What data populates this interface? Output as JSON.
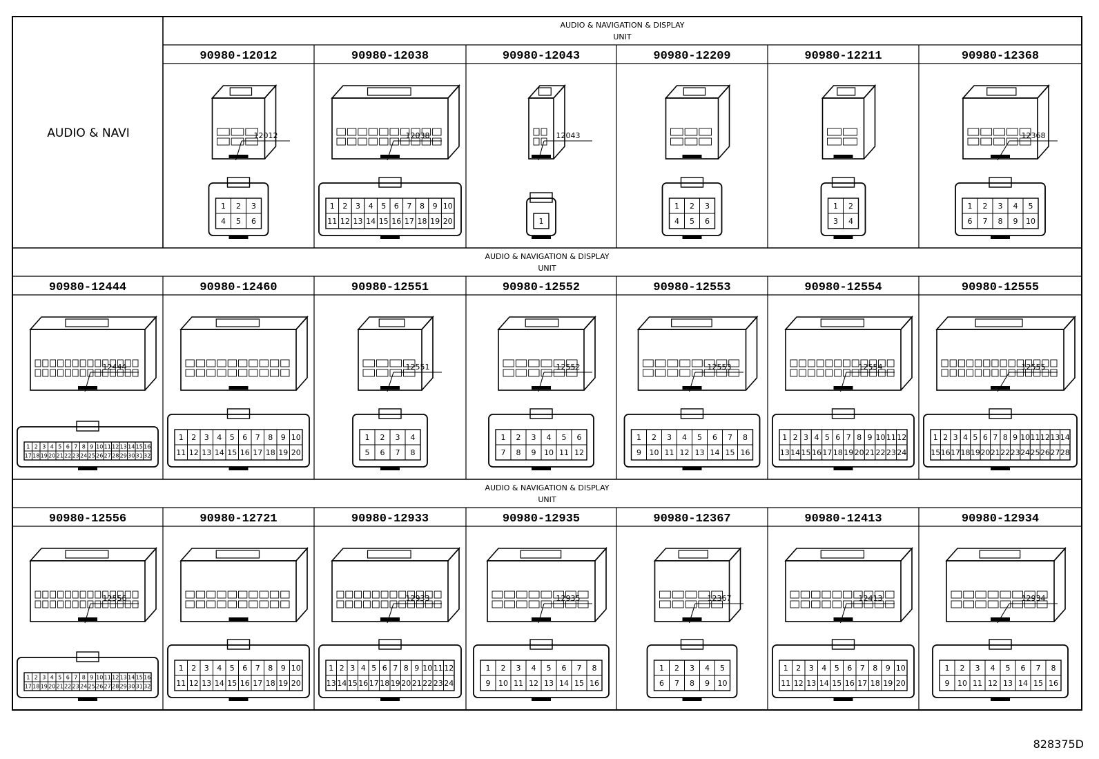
{
  "row_label": "AUDIO & NAVI",
  "footer_code": "828375D",
  "rows": [
    {
      "unit_line1": "AUDIO & NAVIGATION & DISPLAY",
      "unit_line2": "UNIT",
      "connectors": [
        {
          "part": "90980-12012",
          "code": "12012",
          "pins_top": [
            "1",
            "2",
            "3"
          ],
          "pins_bot": [
            "4",
            "5",
            "6"
          ]
        },
        {
          "part": "90980-12038",
          "code": "12038",
          "pins_top": [
            "1",
            "2",
            "3",
            "4",
            "5",
            "6",
            "7",
            "8",
            "9",
            "10"
          ],
          "pins_bot": [
            "11",
            "12",
            "13",
            "14",
            "15",
            "16",
            "17",
            "18",
            "19",
            "20"
          ]
        },
        {
          "part": "90980-12043",
          "code": "12043",
          "pins_top": [
            "1"
          ],
          "pins_bot": []
        },
        {
          "part": "90980-12209",
          "code": "",
          "pins_top": [
            "1",
            "2",
            "3"
          ],
          "pins_bot": [
            "4",
            "5",
            "6"
          ]
        },
        {
          "part": "90980-12211",
          "code": "",
          "pins_top": [
            "1",
            "2"
          ],
          "pins_bot": [
            "3",
            "4"
          ]
        },
        {
          "part": "90980-12368",
          "code": "12368",
          "pins_top": [
            "1",
            "2",
            "3",
            "4",
            "5"
          ],
          "pins_bot": [
            "6",
            "7",
            "8",
            "9",
            "10"
          ]
        }
      ]
    },
    {
      "unit_line1": "AUDIO & NAVIGATION & DISPLAY",
      "unit_line2": "UNIT",
      "connectors": [
        {
          "part": "90980-12444",
          "code": "12444",
          "pins_top": [
            "1",
            "2",
            "3",
            "4",
            "5",
            "6",
            "7",
            "8",
            "9",
            "10",
            "11",
            "12",
            "13",
            "14",
            "15",
            "16"
          ],
          "pins_bot": [
            "17",
            "18",
            "19",
            "20",
            "21",
            "22",
            "23",
            "24",
            "25",
            "26",
            "27",
            "28",
            "29",
            "30",
            "31",
            "32"
          ]
        },
        {
          "part": "90980-12460",
          "code": "",
          "pins_top": [
            "1",
            "2",
            "3",
            "4",
            "5",
            "6",
            "7",
            "8",
            "9",
            "10"
          ],
          "pins_bot": [
            "11",
            "12",
            "13",
            "14",
            "15",
            "16",
            "17",
            "18",
            "19",
            "20"
          ]
        },
        {
          "part": "90980-12551",
          "code": "12551",
          "pins_top": [
            "1",
            "2",
            "3",
            "4"
          ],
          "pins_bot": [
            "5",
            "6",
            "7",
            "8"
          ]
        },
        {
          "part": "90980-12552",
          "code": "12552",
          "pins_top": [
            "1",
            "2",
            "3",
            "4",
            "5",
            "6"
          ],
          "pins_bot": [
            "7",
            "8",
            "9",
            "10",
            "11",
            "12"
          ]
        },
        {
          "part": "90980-12553",
          "code": "12553",
          "pins_top": [
            "1",
            "2",
            "3",
            "4",
            "5",
            "6",
            "7",
            "8"
          ],
          "pins_bot": [
            "9",
            "10",
            "11",
            "12",
            "13",
            "14",
            "15",
            "16"
          ]
        },
        {
          "part": "90980-12554",
          "code": "12554",
          "pins_top": [
            "1",
            "2",
            "3",
            "4",
            "5",
            "6",
            "7",
            "8",
            "9",
            "10",
            "11",
            "12"
          ],
          "pins_bot": [
            "13",
            "14",
            "15",
            "16",
            "17",
            "18",
            "19",
            "20",
            "21",
            "22",
            "23",
            "24"
          ]
        },
        {
          "part": "90980-12555",
          "code": "12555",
          "pins_top": [
            "1",
            "2",
            "3",
            "4",
            "5",
            "6",
            "7",
            "8",
            "9",
            "10",
            "11",
            "12",
            "13",
            "14"
          ],
          "pins_bot": [
            "15",
            "16",
            "17",
            "18",
            "19",
            "20",
            "21",
            "22",
            "23",
            "24",
            "25",
            "26",
            "27",
            "28"
          ]
        }
      ]
    },
    {
      "unit_line1": "AUDIO & NAVIGATION & DISPLAY",
      "unit_line2": "UNIT",
      "connectors": [
        {
          "part": "90980-12556",
          "code": "12556",
          "pins_top": [
            "1",
            "2",
            "3",
            "4",
            "5",
            "6",
            "7",
            "8",
            "9",
            "10",
            "11",
            "12",
            "13",
            "14",
            "15",
            "16"
          ],
          "pins_bot": [
            "17",
            "18",
            "19",
            "20",
            "21",
            "22",
            "23",
            "24",
            "25",
            "26",
            "27",
            "28",
            "29",
            "30",
            "31",
            "32"
          ]
        },
        {
          "part": "90980-12721",
          "code": "",
          "pins_top": [
            "1",
            "2",
            "3",
            "4",
            "5",
            "6",
            "7",
            "8",
            "9",
            "10"
          ],
          "pins_bot": [
            "11",
            "12",
            "13",
            "14",
            "15",
            "16",
            "17",
            "18",
            "19",
            "20"
          ]
        },
        {
          "part": "90980-12933",
          "code": "12933",
          "pins_top": [
            "1",
            "2",
            "3",
            "4",
            "5",
            "6",
            "7",
            "8",
            "9",
            "10",
            "11",
            "12"
          ],
          "pins_bot": [
            "13",
            "14",
            "15",
            "16",
            "17",
            "18",
            "19",
            "20",
            "21",
            "22",
            "23",
            "24"
          ]
        },
        {
          "part": "90980-12935",
          "code": "12935",
          "pins_top": [
            "1",
            "2",
            "3",
            "4",
            "5",
            "6",
            "7",
            "8"
          ],
          "pins_bot": [
            "9",
            "10",
            "11",
            "12",
            "13",
            "14",
            "15",
            "16"
          ]
        },
        {
          "part": "90980-12367",
          "code": "12367",
          "pins_top": [
            "1",
            "2",
            "3",
            "4",
            "5"
          ],
          "pins_bot": [
            "6",
            "7",
            "8",
            "9",
            "10"
          ]
        },
        {
          "part": "90980-12413",
          "code": "12413",
          "pins_top": [
            "1",
            "2",
            "3",
            "4",
            "5",
            "6",
            "7",
            "8",
            "9",
            "10"
          ],
          "pins_bot": [
            "11",
            "12",
            "13",
            "14",
            "15",
            "16",
            "17",
            "18",
            "19",
            "20"
          ]
        },
        {
          "part": "90980-12934",
          "code": "12934",
          "pins_top": [
            "1",
            "2",
            "3",
            "4",
            "5",
            "6",
            "7",
            "8"
          ],
          "pins_bot": [
            "9",
            "10",
            "11",
            "12",
            "13",
            "14",
            "15",
            "16"
          ]
        }
      ]
    }
  ]
}
